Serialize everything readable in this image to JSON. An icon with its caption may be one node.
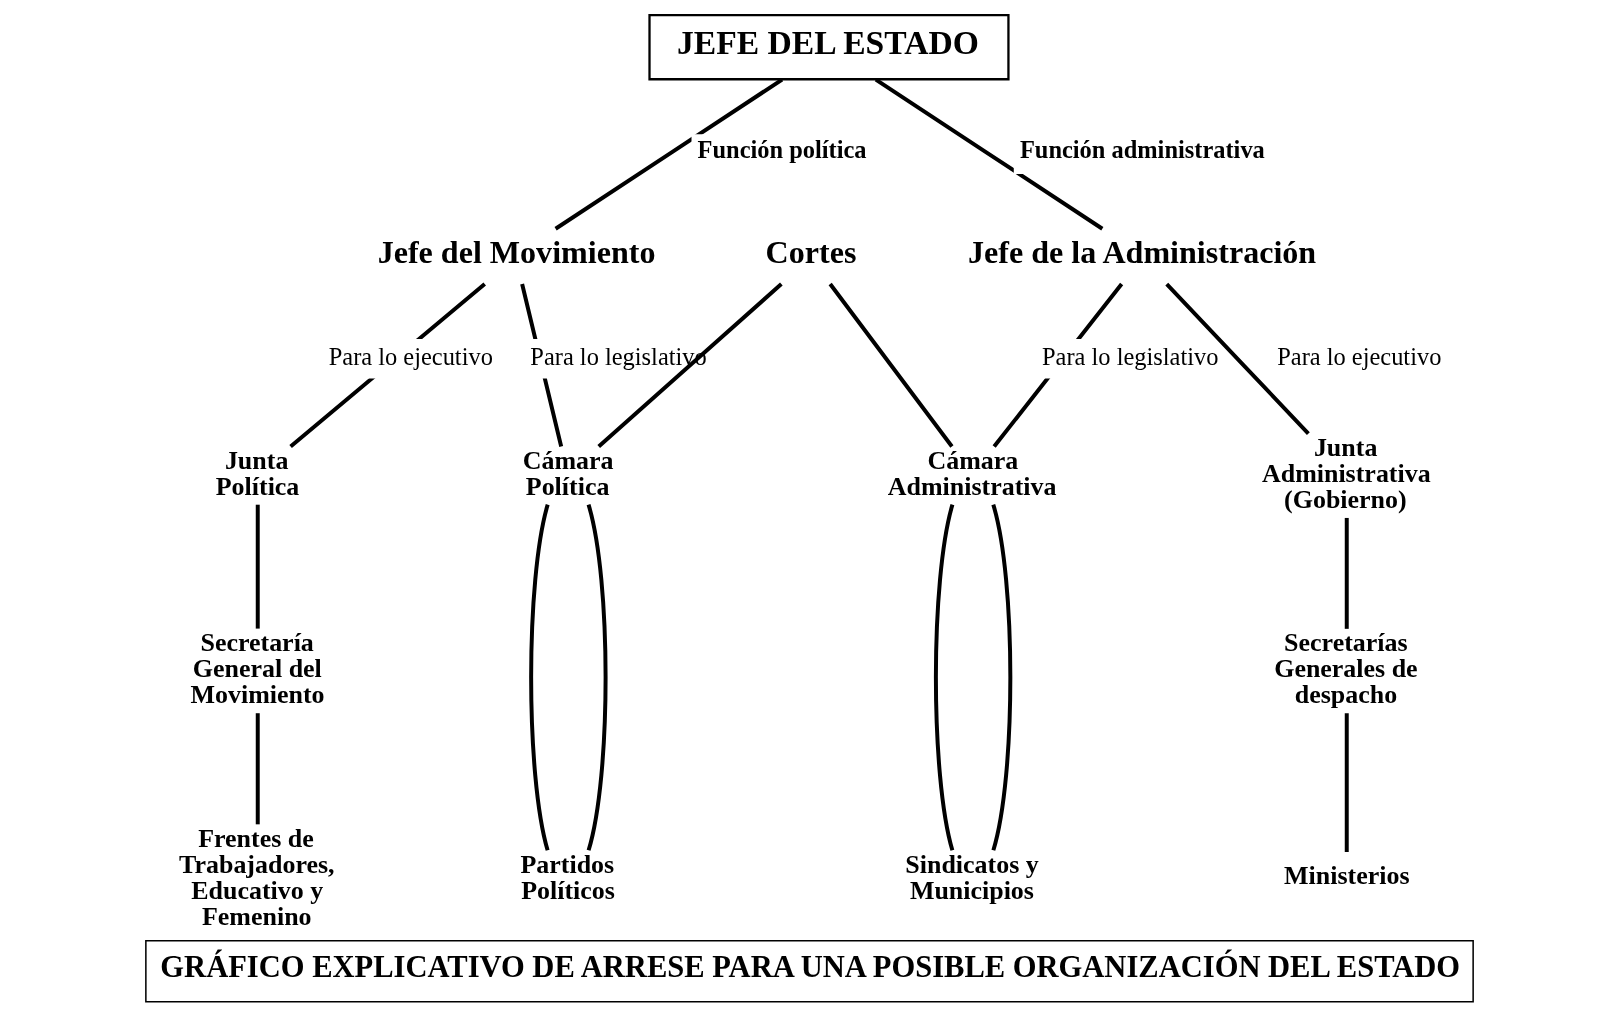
{
  "diagram": {
    "caption": "GRÁFICO EXPLICATIVO DE ARRESE PARA UNA POSIBLE ORGANIZACIÓN DEL ESTADO",
    "nodes": [
      {
        "text": [
          "JEFE DEL ESTADO"
        ]
      },
      {
        "text": [
          "Jefe del Movimiento"
        ]
      },
      {
        "text": [
          "Cortes"
        ]
      },
      {
        "text": [
          "Jefe de la Administración"
        ]
      },
      {
        "text": [
          "Junta Política"
        ]
      },
      {
        "text": [
          "Cámara Política"
        ]
      },
      {
        "text": [
          "Cámara Administrativa"
        ]
      },
      {
        "text": [
          "Junta Administrativa (Gobierno)"
        ]
      },
      {
        "text": [
          "Secretaría General del Movimiento"
        ]
      },
      {
        "text": [
          "Secretarías Generales de despacho"
        ]
      },
      {
        "text": [
          "Frentes de Trabajadores, Educativo y Femenino"
        ]
      },
      {
        "text": [
          "Partidos Políticos"
        ]
      },
      {
        "text": [
          "Sindicatos y Municipios"
        ]
      },
      {
        "text": [
          "Ministerios"
        ]
      }
    ],
    "edges": [
      {
        "from": 0,
        "to": 1,
        "arrow": "none",
        "label": "Función política"
      },
      {
        "from": 0,
        "to": 3,
        "arrow": "none",
        "label": "Función administrativa"
      },
      {
        "from": 1,
        "to": 4,
        "arrow": "none",
        "label": "Para lo ejecutivo"
      },
      {
        "from": 1,
        "to": 5,
        "arrow": "none",
        "label": "Para lo legislativo"
      },
      {
        "from": 2,
        "to": 5,
        "arrow": "none"
      },
      {
        "from": 2,
        "to": 6,
        "arrow": "none"
      },
      {
        "from": 3,
        "to": 6,
        "arrow": "none",
        "label": "Para lo legislativo"
      },
      {
        "from": 3,
        "to": 7,
        "arrow": "none",
        "label": "Para lo ejecutivo"
      },
      {
        "from": 4,
        "to": 8,
        "arrow": "none"
      },
      {
        "from": 8,
        "to": 10,
        "arrow": "none"
      },
      {
        "from": 5,
        "to": 11,
        "arrow": "none"
      },
      {
        "from": 5,
        "to": 11,
        "arrow": "none"
      },
      {
        "from": 6,
        "to": 12,
        "arrow": "none"
      },
      {
        "from": 6,
        "to": 12,
        "arrow": "none"
      },
      {
        "from": 7,
        "to": 9,
        "arrow": "none"
      },
      {
        "from": 9,
        "to": 13,
        "arrow": "none"
      }
    ]
  }
}
